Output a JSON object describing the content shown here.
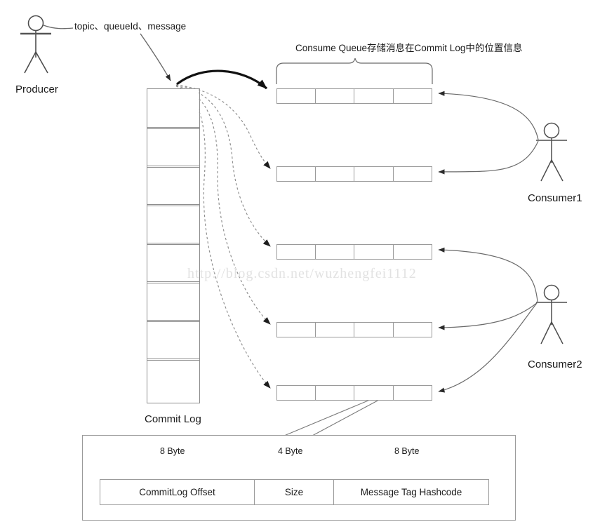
{
  "diagram": {
    "title_annotation": "Consume Queue存储消息在Commit Log中的位置信息",
    "producer_message_label": "topic、queueId、message",
    "watermark": "http://blog.csdn.net/wuzhengfei1112"
  },
  "actors": [
    {
      "name": "producer",
      "label": "Producer"
    },
    {
      "name": "consumer1",
      "label": "Consumer1"
    },
    {
      "name": "consumer2",
      "label": "Consumer2"
    }
  ],
  "commit_log": {
    "label": "Commit Log",
    "cell_count": 8,
    "cells": [
      "",
      "",
      "",
      "",
      "",
      "",
      "",
      ""
    ]
  },
  "consume_queues": [
    {
      "id": "queue-1",
      "cell_count": 4,
      "consumer": "Consumer1"
    },
    {
      "id": "queue-2",
      "cell_count": 4,
      "consumer": "Consumer1"
    },
    {
      "id": "queue-3",
      "cell_count": 4,
      "consumer": "Consumer2"
    },
    {
      "id": "queue-4",
      "cell_count": 4,
      "consumer": "Consumer2"
    },
    {
      "id": "queue-5",
      "cell_count": 4,
      "consumer": "Consumer2"
    }
  ],
  "entry_detail": {
    "sizes": [
      "8 Byte",
      "4 Byte",
      "8 Byte"
    ],
    "fields": [
      "CommitLog Offset",
      "Size",
      "Message Tag Hashcode"
    ]
  },
  "colors": {
    "stroke": "#4d4d4d",
    "cell_border": "#9a9a9a",
    "text": "#1a1a1a",
    "bold_arrow": "#111111",
    "dashed": "#8c8c8c",
    "watermark": "#e2e2e2",
    "background": "#ffffff"
  }
}
